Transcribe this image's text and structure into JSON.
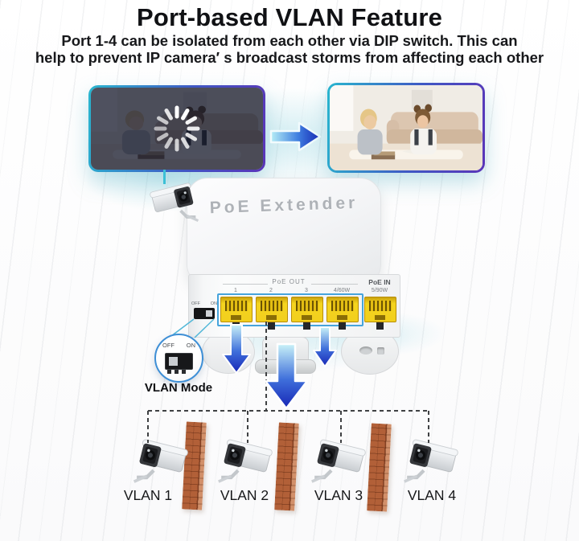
{
  "title": "Port-based VLAN Feature",
  "subtitle_line1": "Port 1-4 can be isolated from each other via DIP switch. This can",
  "subtitle_line2": "help to prevent IP camera′ s broadcast storms from affecting each other",
  "before_after": {
    "before_state": "camera feed loading / broadcast storm (dimmed image with spinner)",
    "after_state": "clear camera feed (bright image)"
  },
  "device": {
    "name": "PoE Extender",
    "poe_out_label": "PoE OUT",
    "poe_in_label": "PoE IN",
    "ports": [
      "1",
      "2",
      "3",
      "4/60W",
      "5/90W"
    ],
    "dip_off": "OFF",
    "dip_on": "ON"
  },
  "magnifier": {
    "off_label": "OFF",
    "on_label": "ON",
    "caption": "VLAN Mode"
  },
  "vlans": [
    "VLAN 1",
    "VLAN 2",
    "VLAN 3",
    "VLAN 4"
  ],
  "icons": {
    "loading_spinner": "radial-spinner",
    "transition_arrow": "right-arrow",
    "flow_arrow": "down-arrow",
    "camera": "cctv-camera",
    "wall": "brick-isolation-wall"
  },
  "colors": {
    "accent_cyan": "#29b6cf",
    "accent_purple": "#5a35b8",
    "arrow_light": "#b5edf6",
    "arrow_dark": "#1726b5",
    "port_yellow": "#f2cf1d",
    "port_highlight_box": "#46a4dc",
    "brick": "#b26038",
    "text": "#111111"
  }
}
